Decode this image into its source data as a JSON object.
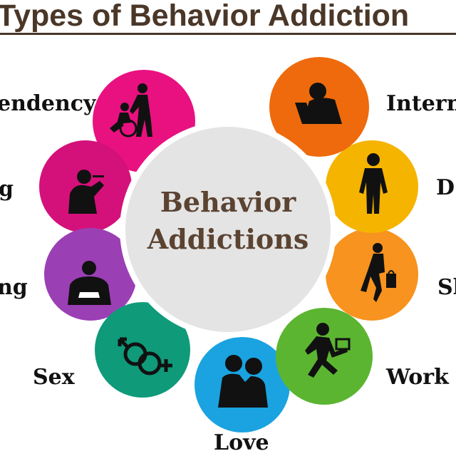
{
  "title": "Types of Behavior Addiction",
  "center": {
    "line1": "Behavior",
    "line2": "Addictions"
  },
  "labels": {
    "dependency": "endency",
    "gambling_left": "g",
    "shopping_left": "ng",
    "sex": "Sex",
    "love": "Love",
    "work": "Work",
    "shopping_right": "Sh",
    "drugs": "D",
    "internet": "Intern"
  },
  "petals": [
    {
      "name": "dependency",
      "color": "#e8117f",
      "icon": "wheelchair-caregiver-icon"
    },
    {
      "name": "gambling",
      "color": "#d4117a",
      "icon": "smoking-person-icon"
    },
    {
      "name": "gaming",
      "color": "#9b3fb5",
      "icon": "card-player-icon"
    },
    {
      "name": "sex",
      "color": "#0f9a7a",
      "icon": "gender-symbols-icon"
    },
    {
      "name": "love",
      "color": "#1aa3e0",
      "icon": "kissing-couple-icon"
    },
    {
      "name": "work",
      "color": "#5cb531",
      "icon": "running-businessman-icon"
    },
    {
      "name": "shopping",
      "color": "#f7931e",
      "icon": "shopping-woman-icon"
    },
    {
      "name": "drugs",
      "color": "#f5b400",
      "icon": "standing-man-icon"
    },
    {
      "name": "internet",
      "color": "#ee6a0c",
      "icon": "laptop-user-icon"
    }
  ]
}
